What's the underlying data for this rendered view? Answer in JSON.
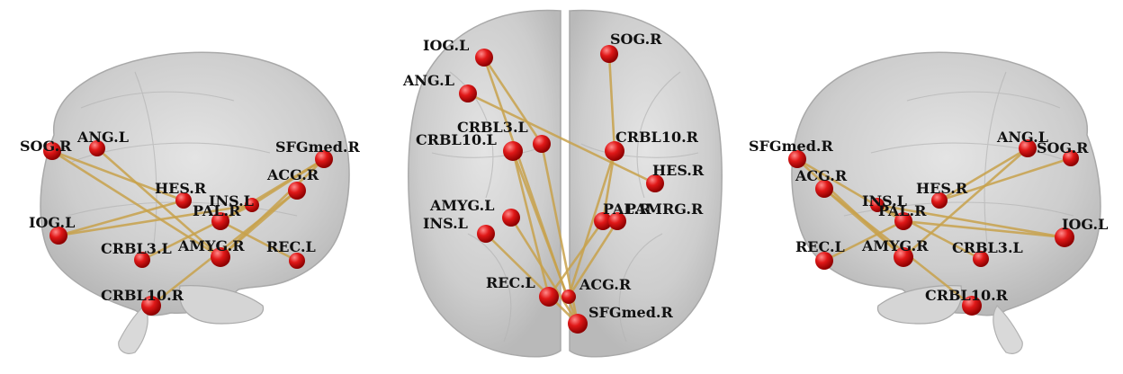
{
  "colors": {
    "node": "#d61a1a",
    "edge": "#c8a24c",
    "brain": "#c9c9c9",
    "background": "#ffffff"
  },
  "views": {
    "left": {
      "labels": [
        "SOG.R",
        "ANG.L",
        "HES.R",
        "INS.L",
        "PAL.R",
        "SFGmed.R",
        "ACG.R",
        "IOG.L",
        "CRBL3.L",
        "AMYG.R",
        "REC.L",
        "CRBL10.R"
      ]
    },
    "top": {
      "labels": [
        "IOG.L",
        "SOG.R",
        "ANG.L",
        "CRBL3.L",
        "CRBL10.L",
        "CRBL10.R",
        "HES.R",
        "AMYG.L",
        "INS.L",
        "PAL.R",
        "PAMRG.R",
        "REC.L",
        "ACG.R",
        "SFGmed.R"
      ]
    },
    "right": {
      "labels": [
        "SFGmed.R",
        "ANG.L",
        "SOG.R",
        "ACG.R",
        "INS.L",
        "HES.R",
        "PAL.R",
        "IOG.L",
        "REC.L",
        "AMYG.R",
        "CRBL3.L",
        "CRBL10.R"
      ]
    }
  }
}
